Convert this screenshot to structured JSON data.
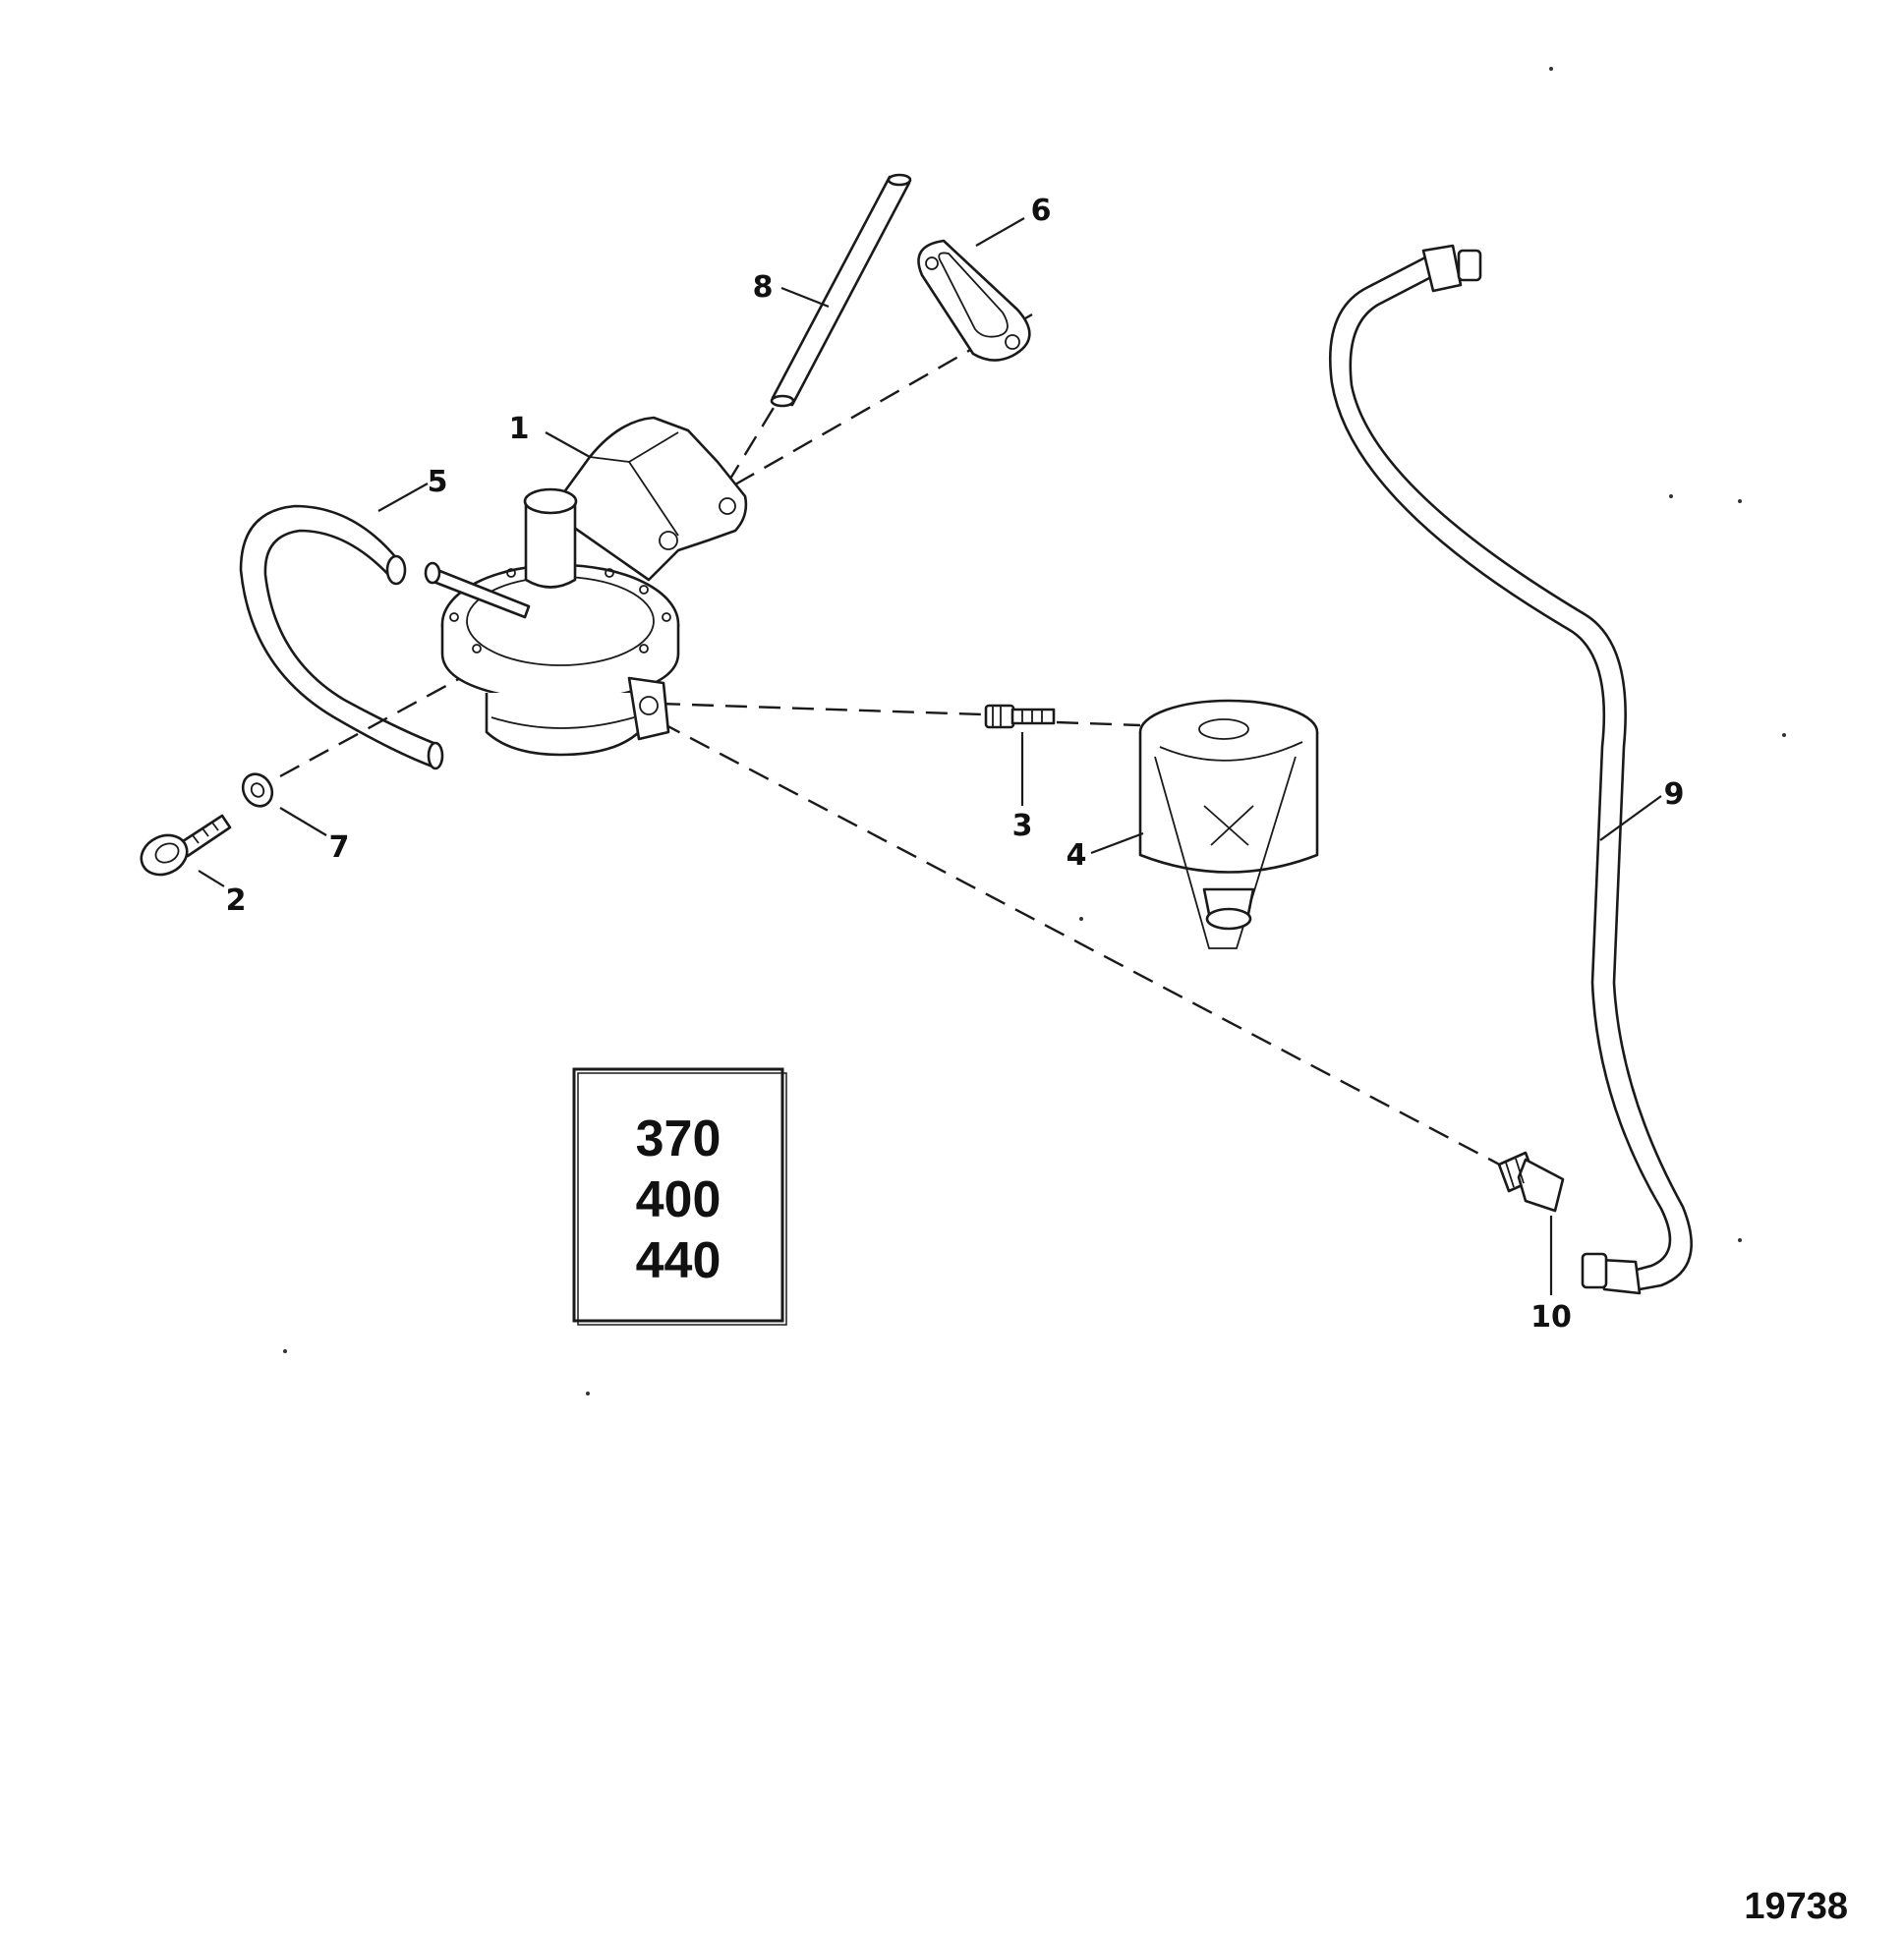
{
  "callouts": [
    {
      "id": "1",
      "label": "1",
      "part": "fuel-pump"
    },
    {
      "id": "2",
      "label": "2",
      "part": "bolt"
    },
    {
      "id": "3",
      "label": "3",
      "part": "fitting"
    },
    {
      "id": "4",
      "label": "4",
      "part": "fuel-filter-bowl"
    },
    {
      "id": "5",
      "label": "5",
      "part": "hose"
    },
    {
      "id": "6",
      "label": "6",
      "part": "gasket"
    },
    {
      "id": "7",
      "label": "7",
      "part": "washer"
    },
    {
      "id": "8",
      "label": "8",
      "part": "push-rod"
    },
    {
      "id": "9",
      "label": "9",
      "part": "fuel-line"
    },
    {
      "id": "10",
      "label": "10",
      "part": "fitting"
    }
  ],
  "model_box": {
    "lines": [
      "370",
      "400",
      "440"
    ]
  },
  "figure_number": "19738"
}
